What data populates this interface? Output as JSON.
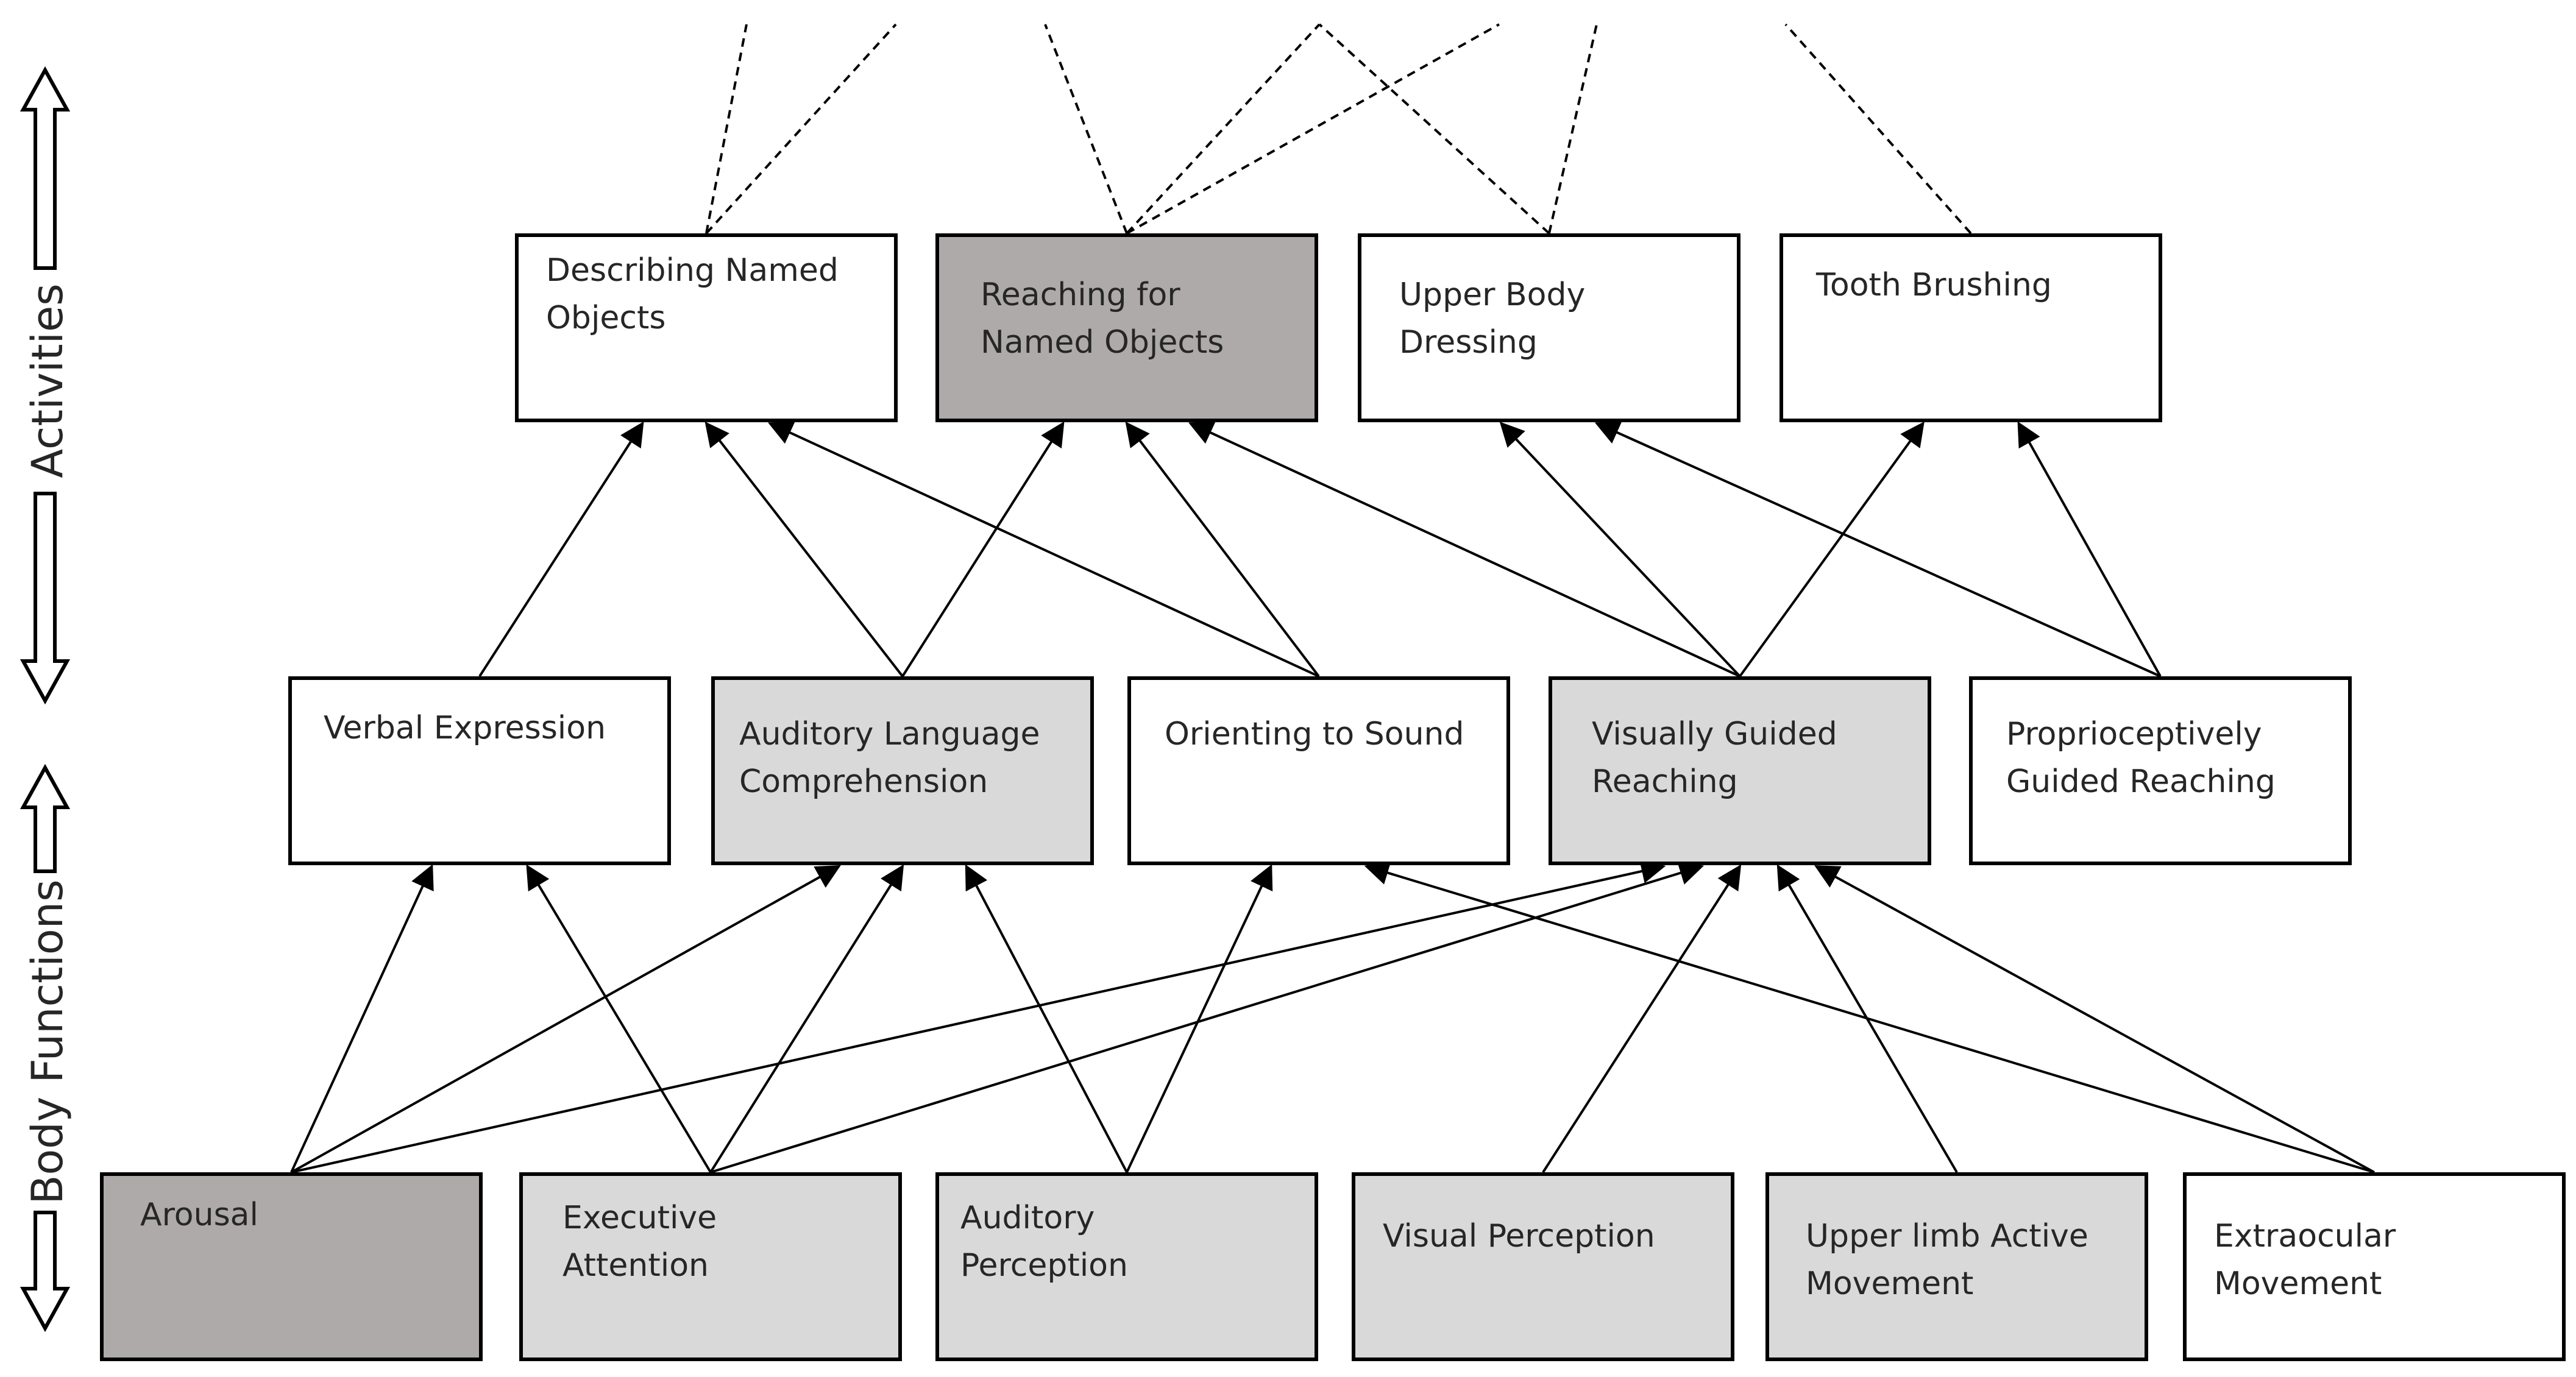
{
  "colors": {
    "white": "#ffffff",
    "light_gray": "#d9d9d9",
    "dark_gray": "#aeaaaa",
    "line": "#000000"
  },
  "axis_labels": {
    "activities": "Activities",
    "body_functions": "Body Functions"
  },
  "activities": [
    {
      "id": "describing",
      "label": "Describing Named\nObjects",
      "fill": "white"
    },
    {
      "id": "reaching",
      "label": "Reaching for\nNamed Objects",
      "fill": "dark_gray"
    },
    {
      "id": "dressing",
      "label": "Upper Body\nDressing",
      "fill": "white"
    },
    {
      "id": "tooth",
      "label": "Tooth Brushing",
      "fill": "white"
    }
  ],
  "functions_level2": [
    {
      "id": "verbal",
      "label": "Verbal Expression",
      "fill": "white"
    },
    {
      "id": "auditory_lang",
      "label": "Auditory Language\nComprehension",
      "fill": "light_gray"
    },
    {
      "id": "orienting",
      "label": "Orienting to Sound",
      "fill": "white"
    },
    {
      "id": "visually_guided",
      "label": "Visually Guided\nReaching",
      "fill": "light_gray"
    },
    {
      "id": "proprio",
      "label": "Proprioceptively\nGuided Reaching",
      "fill": "white"
    }
  ],
  "functions_level1": [
    {
      "id": "arousal",
      "label": "Arousal",
      "fill": "dark_gray"
    },
    {
      "id": "exec_attention",
      "label": "Executive\nAttention",
      "fill": "light_gray"
    },
    {
      "id": "auditory_perc",
      "label": "Auditory\nPerception",
      "fill": "light_gray"
    },
    {
      "id": "visual_perc",
      "label": "Visual Perception",
      "fill": "light_gray"
    },
    {
      "id": "upper_limb",
      "label": "Upper limb Active\nMovement",
      "fill": "light_gray"
    },
    {
      "id": "extraocular",
      "label": "Extraocular\nMovement",
      "fill": "white"
    }
  ],
  "edges": [
    {
      "from": "arousal",
      "to": "verbal"
    },
    {
      "from": "arousal",
      "to": "auditory_lang"
    },
    {
      "from": "arousal",
      "to": "visually_guided"
    },
    {
      "from": "exec_attention",
      "to": "verbal"
    },
    {
      "from": "exec_attention",
      "to": "auditory_lang"
    },
    {
      "from": "exec_attention",
      "to": "visually_guided"
    },
    {
      "from": "auditory_perc",
      "to": "auditory_lang"
    },
    {
      "from": "auditory_perc",
      "to": "orienting"
    },
    {
      "from": "visual_perc",
      "to": "visually_guided"
    },
    {
      "from": "upper_limb",
      "to": "visually_guided"
    },
    {
      "from": "extraocular",
      "to": "visually_guided"
    },
    {
      "from": "extraocular",
      "to": "orienting"
    },
    {
      "from": "verbal",
      "to": "describing"
    },
    {
      "from": "auditory_lang",
      "to": "describing"
    },
    {
      "from": "auditory_lang",
      "to": "reaching"
    },
    {
      "from": "orienting",
      "to": "describing"
    },
    {
      "from": "orienting",
      "to": "reaching"
    },
    {
      "from": "visually_guided",
      "to": "reaching"
    },
    {
      "from": "visually_guided",
      "to": "dressing"
    },
    {
      "from": "visually_guided",
      "to": "tooth"
    },
    {
      "from": "proprio",
      "to": "dressing"
    },
    {
      "from": "proprio",
      "to": "tooth"
    }
  ],
  "upward_dashed_links": [
    {
      "from": "describing"
    },
    {
      "from": "describing"
    },
    {
      "from": "reaching"
    },
    {
      "from": "reaching"
    },
    {
      "from": "reaching"
    },
    {
      "from": "dressing"
    },
    {
      "from": "dressing"
    },
    {
      "from": "tooth"
    }
  ]
}
